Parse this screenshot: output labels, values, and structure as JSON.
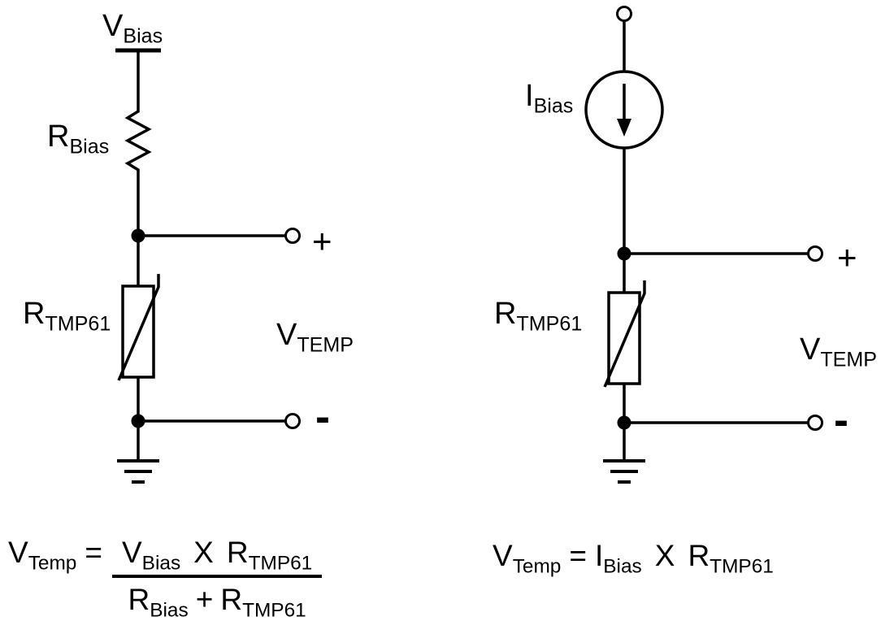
{
  "colors": {
    "ink": "#000000",
    "background": "#ffffff"
  },
  "left_circuit": {
    "supply_label": {
      "main": "V",
      "sub": "Bias"
    },
    "resistor_label": {
      "main": "R",
      "sub": "Bias"
    },
    "thermistor_label": {
      "main": "R",
      "sub": "TMP61"
    },
    "output_label": {
      "main": "V",
      "sub": "TEMP"
    },
    "positive_sign": "+",
    "negative_sign": "-"
  },
  "right_circuit": {
    "source_label": {
      "main": "I",
      "sub": "Bias"
    },
    "thermistor_label": {
      "main": "R",
      "sub": "TMP61"
    },
    "output_label": {
      "main": "V",
      "sub": "TEMP"
    },
    "positive_sign": "+",
    "negative_sign": "-"
  },
  "left_formula": {
    "lhs": {
      "main": "V",
      "sub": "Temp"
    },
    "equals": "=",
    "numerator": {
      "term1": {
        "main": "V",
        "sub": "Bias"
      },
      "operator": "X",
      "term2": {
        "main": "R",
        "sub": "TMP61"
      }
    },
    "denominator": {
      "term1": {
        "main": "R",
        "sub": "Bias"
      },
      "operator": "+",
      "term2": {
        "main": "R",
        "sub": "TMP61"
      }
    }
  },
  "right_formula": {
    "lhs": {
      "main": "V",
      "sub": "Temp"
    },
    "equals": "=",
    "term1": {
      "main": "I",
      "sub": "Bias"
    },
    "operator": "X",
    "term2": {
      "main": "R",
      "sub": "TMP61"
    }
  }
}
